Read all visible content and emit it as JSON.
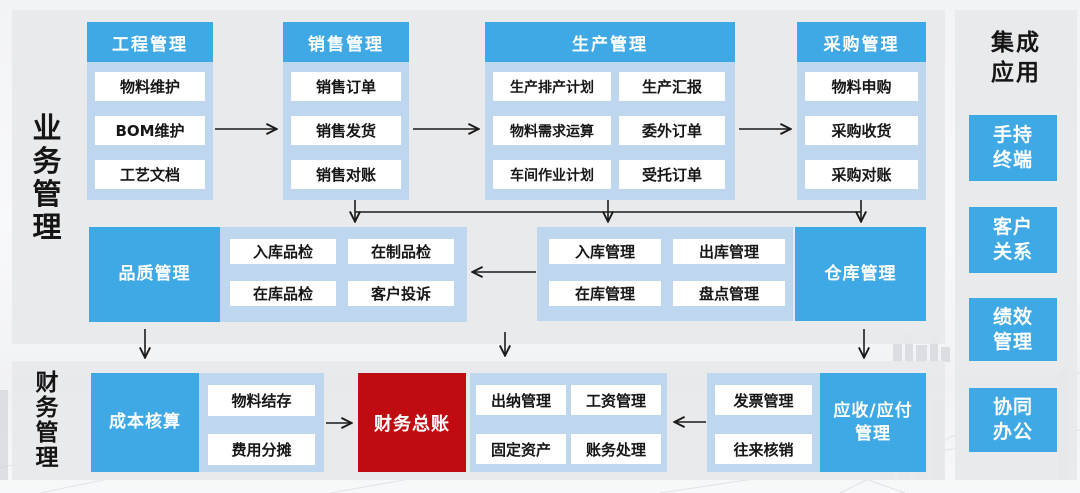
{
  "business": {
    "label": "业务管理",
    "groups": [
      {
        "title": "工程管理",
        "items": [
          "物料维护",
          "BOM维护",
          "工艺文档"
        ]
      },
      {
        "title": "销售管理",
        "items": [
          "销售订单",
          "销售发货",
          "销售对账"
        ]
      },
      {
        "title": "生产管理",
        "columns": [
          [
            "生产排产计划",
            "物料需求运算",
            "车间作业计划"
          ],
          [
            "生产汇报",
            "委外订单",
            "受托订单"
          ]
        ]
      },
      {
        "title": "采购管理",
        "items": [
          "物料申购",
          "采购收货",
          "采购对账"
        ]
      }
    ],
    "quality": {
      "box": "品质管理",
      "items": [
        "入库品检",
        "在制品检",
        "在库品检",
        "客户投诉"
      ]
    },
    "warehouse": {
      "items": [
        "入库管理",
        "出库管理",
        "在库管理",
        "盘点管理"
      ],
      "box": "仓库管理"
    }
  },
  "finance": {
    "label": "财务管理",
    "cost": {
      "box": "成本核算",
      "items": [
        "物料结存",
        "费用分摊"
      ]
    },
    "general_ledger": "财务总账",
    "cashier_items": [
      "出纳管理",
      "工资管理",
      "固定资产",
      "账务处理"
    ],
    "invoice_items": [
      "发票管理",
      "往来核销"
    ],
    "ar_ap": "应收/应付\n管理"
  },
  "integration": {
    "title": "集成\n应用",
    "items": [
      "手持\n终端",
      "客户\n关系",
      "绩效\n管理",
      "协同\n办公"
    ]
  },
  "colors": {
    "accent_blue": "#3fa9e5",
    "panel_light_blue": "#bfd6ef",
    "accent_red": "#c00b10",
    "band_gray": "#e7e8eb",
    "arrow_black": "#1b1b1b"
  }
}
